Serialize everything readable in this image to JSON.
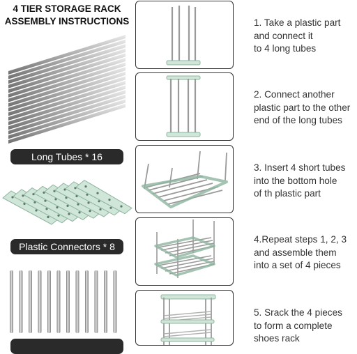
{
  "title": {
    "line1": "4 TIER STORAGE RACK",
    "line2": "ASSEMBLY INSTRUCTIONS"
  },
  "parts": [
    {
      "label": "Long Tubes * 16"
    },
    {
      "label": "Plastic Connectors * 8"
    }
  ],
  "steps": [
    {
      "lines": [
        "1. Take a plastic part",
        "and connect it",
        "to 4 long tubes"
      ]
    },
    {
      "lines": [
        "2. Connect another",
        "plastic part to the other",
        "end of the long tubes"
      ]
    },
    {
      "lines": [
        "3. Insert 4 short tubes",
        "into the bottom hole",
        "of th plastic part"
      ]
    },
    {
      "lines": [
        "4.Repeat steps 1, 2, 3",
        "and assemble them",
        "into a set of 4 pieces"
      ]
    },
    {
      "lines": [
        "5. Srack the 4 pieces",
        "to form a complete",
        "shoes rack"
      ]
    }
  ],
  "colors": {
    "badge": "#2a2a2a",
    "connector": "#cfe6d8",
    "tube": "#a6a6a6"
  }
}
